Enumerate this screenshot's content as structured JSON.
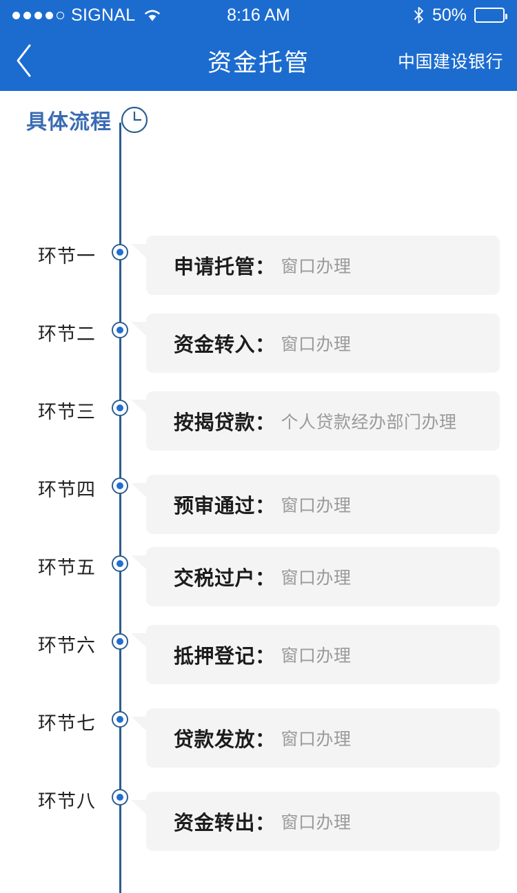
{
  "status_bar": {
    "signal_dots_filled": 4,
    "signal_dots_total": 5,
    "carrier": "SIGNAL",
    "wifi_icon": "wifi-icon",
    "time": "8:16 AM",
    "bluetooth_icon": "bluetooth-icon",
    "battery_percent": "50%",
    "battery_level": 50
  },
  "nav_bar": {
    "back_icon": "chevron-left-icon",
    "title": "资金托管",
    "right_label": "中国建设银行",
    "background_color": "#1c6cd0",
    "text_color": "#ffffff"
  },
  "section": {
    "title": "具体流程",
    "icon": "clock-icon",
    "title_color": "#3a6cb3",
    "line_color": "#2c5d8f"
  },
  "timeline": {
    "node_ring_color": "#2c5d8f",
    "node_fill_color": "#1f6fcf",
    "card_background": "#f4f4f4",
    "card_title_color": "#1c1c1c",
    "card_desc_color": "#9a9a9a",
    "steps": [
      {
        "stage": "环节一",
        "title": "申请托管：",
        "desc": "窗口办理"
      },
      {
        "stage": "环节二",
        "title": "资金转入：",
        "desc": "窗口办理"
      },
      {
        "stage": "环节三",
        "title": "按揭贷款：",
        "desc": "个人贷款经办部门办理"
      },
      {
        "stage": "环节四",
        "title": "预审通过：",
        "desc": "窗口办理"
      },
      {
        "stage": "环节五",
        "title": "交税过户：",
        "desc": "窗口办理"
      },
      {
        "stage": "环节六",
        "title": "抵押登记：",
        "desc": "窗口办理"
      },
      {
        "stage": "环节七",
        "title": "贷款发放：",
        "desc": "窗口办理"
      },
      {
        "stage": "环节八",
        "title": "资金转出：",
        "desc": "窗口办理"
      }
    ]
  }
}
